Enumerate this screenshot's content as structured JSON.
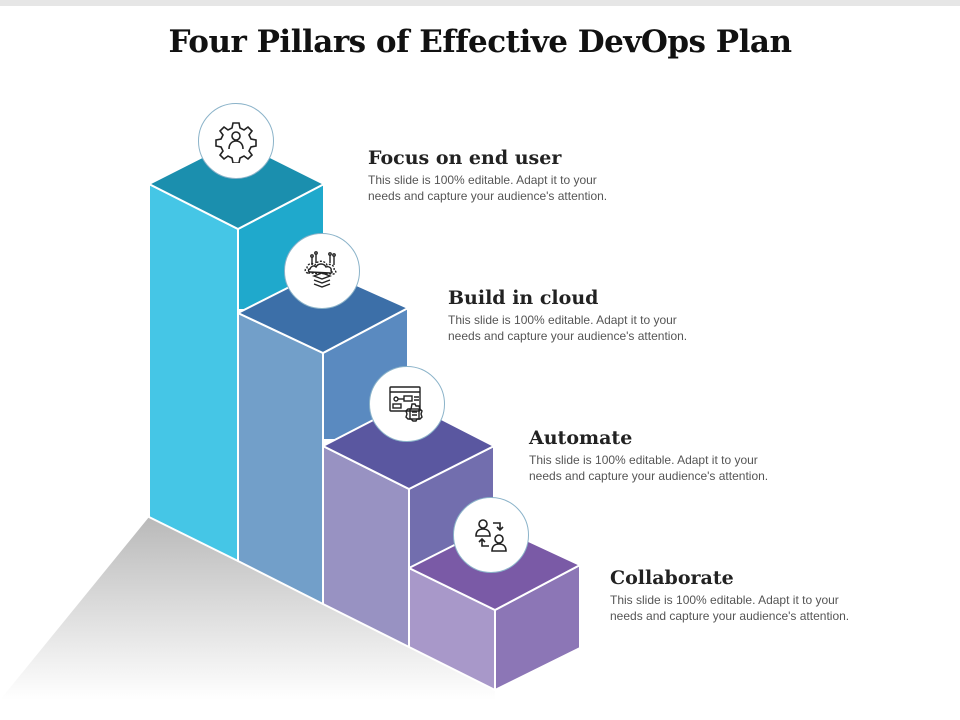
{
  "title": "Four Pillars of Effective DevOps Plan",
  "pillars": [
    {
      "heading": "Focus on end user",
      "desc_line1": "This slide is 100% editable. Adapt it to your",
      "desc_line2": "needs and capture your audience's attention.",
      "icon": "gear-user-icon",
      "colors": {
        "top": "#1b8fae",
        "left": "#45c6e6",
        "right": "#1fa9cc"
      }
    },
    {
      "heading": "Build in cloud",
      "desc_line1": "This slide is 100% editable. Adapt it to your",
      "desc_line2": "needs and capture your audience's attention.",
      "icon": "cloud-layers-icon",
      "colors": {
        "top": "#3c6fa8",
        "left": "#729fc9",
        "right": "#5a8ac0"
      }
    },
    {
      "heading": "Automate",
      "desc_line1": "This slide is 100% editable. Adapt it to your",
      "desc_line2": "needs and capture your audience's attention.",
      "icon": "workflow-gear-icon",
      "colors": {
        "top": "#5a57a0",
        "left": "#9892c2",
        "right": "#726eae"
      }
    },
    {
      "heading": "Collaborate",
      "desc_line1": "This slide is 100% editable. Adapt it to your",
      "desc_line2": "needs and capture your audience's attention.",
      "icon": "users-exchange-icon",
      "colors": {
        "top": "#7a5aa6",
        "left": "#a898c9",
        "right": "#8c76b6"
      }
    }
  ]
}
